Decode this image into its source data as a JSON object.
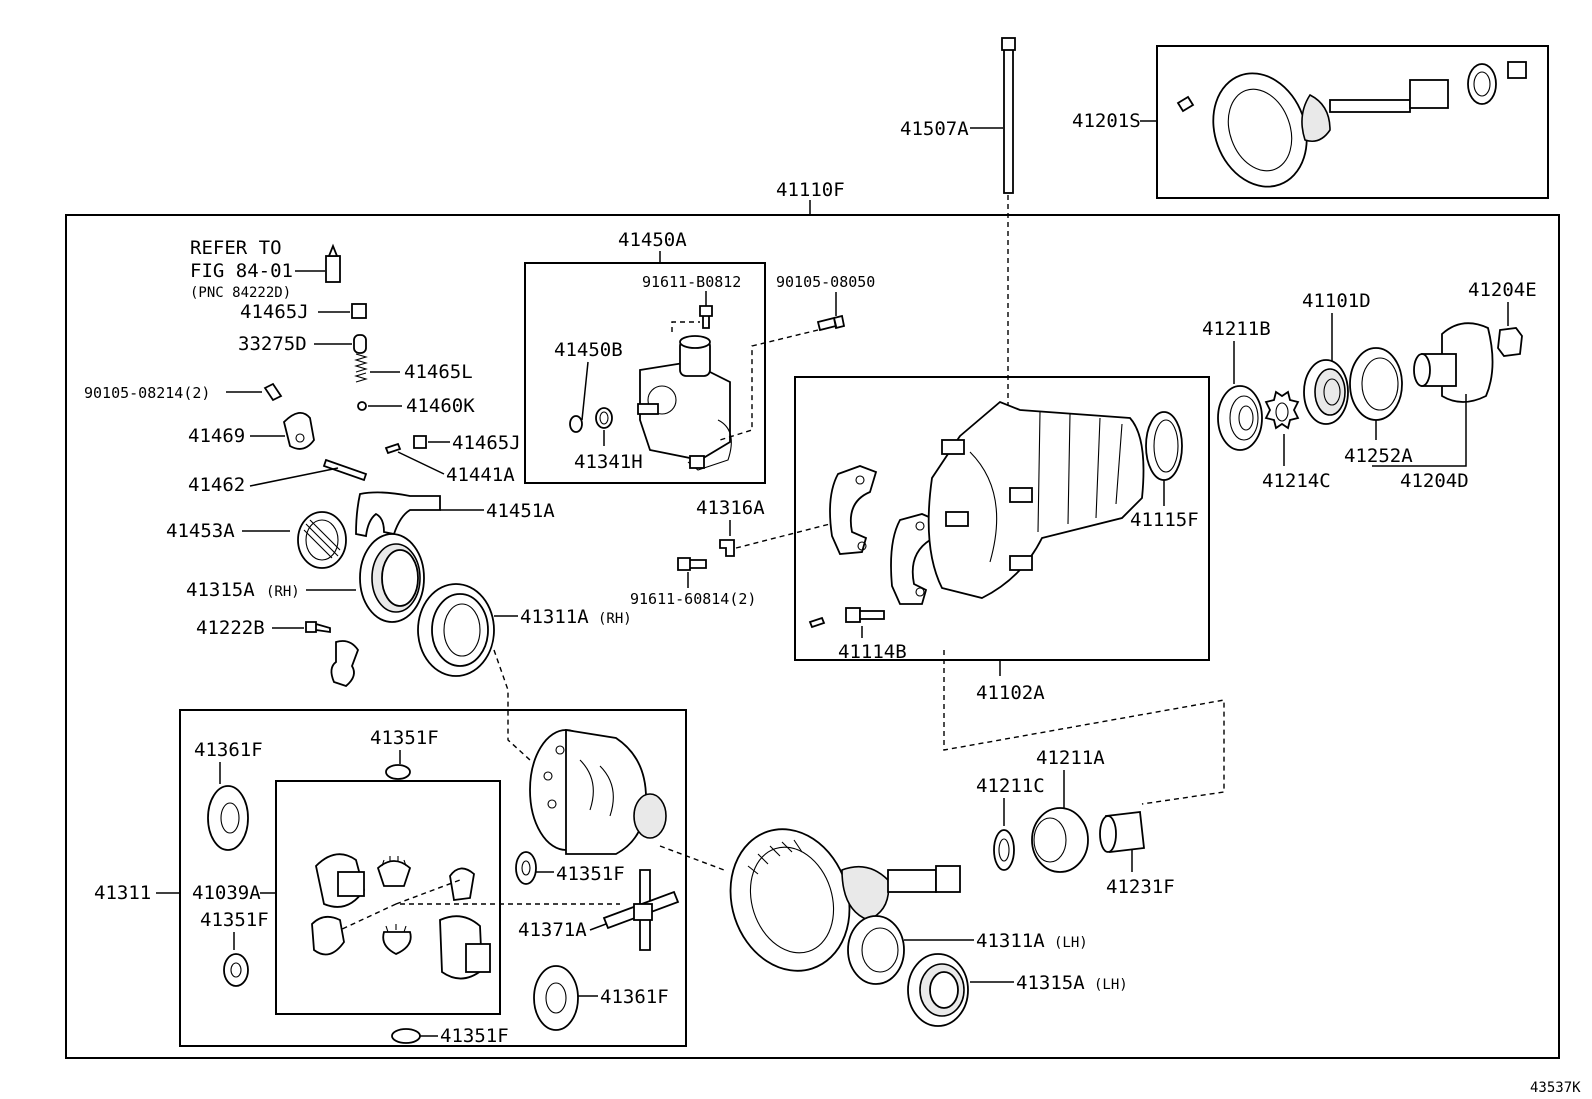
{
  "labels": {
    "p41507A": "41507A",
    "p41201S": "41201S",
    "p41110F": "41110F",
    "p41450A": "41450A",
    "ref_line1": "REFER TO",
    "ref_line2": "FIG 84-01",
    "ref_line3": "(PNC 84222D)",
    "p41465J_a": "41465J",
    "p33275D": "33275D",
    "p41465L": "41465L",
    "p90105_08214": "90105-08214(2)",
    "p41460K": "41460K",
    "p41469": "41469",
    "p41465J_b": "41465J",
    "p41462": "41462",
    "p41441A": "41441A",
    "p41451A": "41451A",
    "p41453A": "41453A",
    "p41315A_rh": "41315A",
    "p41315A_rh_suffix": "(RH)",
    "p41222B": "41222B",
    "p41311A_rh": "41311A",
    "p41311A_rh_suffix": "(RH)",
    "p91611_B0812": "91611-B0812",
    "p90105_08050": "90105-08050",
    "p41450B": "41450B",
    "p41341H": "41341H",
    "p41316A": "41316A",
    "p91611_60814": "91611-60814(2)",
    "p41114B": "41114B",
    "p41102A": "41102A",
    "p41115F": "41115F",
    "p41211B": "41211B",
    "p41101D": "41101D",
    "p41204E": "41204E",
    "p41252A": "41252A",
    "p41214C": "41214C",
    "p41204D": "41204D",
    "p41361F_a": "41361F",
    "p41351F_a": "41351F",
    "p41311": "41311",
    "p41039A": "41039A",
    "p41351F_b": "41351F",
    "p41351F_c": "41351F",
    "p41371A": "41371A",
    "p41361F_b": "41361F",
    "p41351F_d": "41351F",
    "p41211C": "41211C",
    "p41211A": "41211A",
    "p41231F": "41231F",
    "p41311A_lh": "41311A",
    "p41311A_lh_suffix": "(LH)",
    "p41315A_lh": "41315A",
    "p41315A_lh_suffix": "(LH)",
    "figure_id": "43537K"
  }
}
